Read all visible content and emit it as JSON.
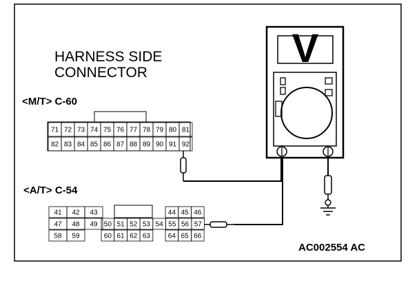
{
  "title_line1": "HARNESS SIDE",
  "title_line2": "CONNECTOR",
  "connector_mt": {
    "label": "<M/T> C-60",
    "rows": [
      [
        "71",
        "72",
        "73",
        "74",
        "75",
        "76",
        "77",
        "78",
        "79",
        "80",
        "81"
      ],
      [
        "82",
        "83",
        "84",
        "85",
        "86",
        "87",
        "88",
        "89",
        "90",
        "91",
        "92"
      ]
    ]
  },
  "connector_at": {
    "label": "<A/T> C-54",
    "row1_left": [
      "41",
      "42",
      "43"
    ],
    "row1_right": [
      "44",
      "45",
      "46"
    ],
    "row2": [
      "47",
      "48",
      "49",
      "50",
      "51",
      "52",
      "53",
      "54",
      "55",
      "56",
      "57"
    ],
    "row3_left": [
      "58",
      "59"
    ],
    "row3_mid": [
      "60",
      "61",
      "62",
      "63"
    ],
    "row3_right": [
      "64",
      "65",
      "66"
    ]
  },
  "meter": {
    "display_symbol": "V"
  },
  "figure_code": "AC002554 AC"
}
